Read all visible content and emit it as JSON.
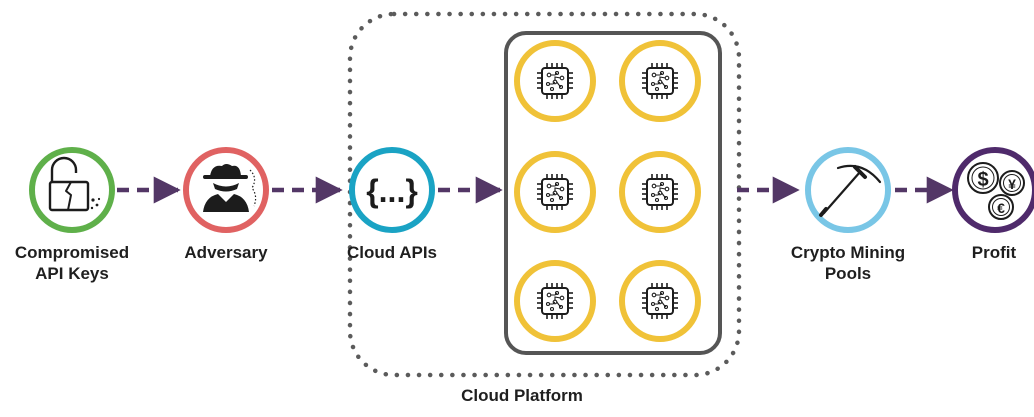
{
  "nodes": {
    "compromised_keys": {
      "label_line1": "Compromised",
      "label_line2": "API Keys",
      "icon": "unlocked-padlock-icon",
      "ring_color": "#5fb04a"
    },
    "adversary": {
      "label": "Adversary",
      "icon": "hacker-spy-icon",
      "ring_color": "#e06262"
    },
    "cloud_apis": {
      "label": "Cloud APIs",
      "icon": "curly-braces-ellipsis-icon",
      "glyph": "{...}",
      "ring_color": "#1aa3c4"
    },
    "crypto_pools": {
      "label_line1": "Crypto Mining",
      "label_line2": "Pools",
      "icon": "pickaxe-icon",
      "ring_color": "#79c6e6"
    },
    "profit": {
      "label": "Profit",
      "icon": "coins-icon",
      "ring_color": "#4f2a6b",
      "coin_symbols": [
        "$",
        "¥",
        "€"
      ]
    }
  },
  "cloud_platform": {
    "label": "Cloud Platform",
    "compute_ring_color": "#f0c238",
    "compute_icon": "cpu-chip-icon",
    "compute_count": 6
  },
  "colors": {
    "arrow": "#533766",
    "platform_border": "#5b5b5b",
    "compute_box_border": "#555555"
  }
}
